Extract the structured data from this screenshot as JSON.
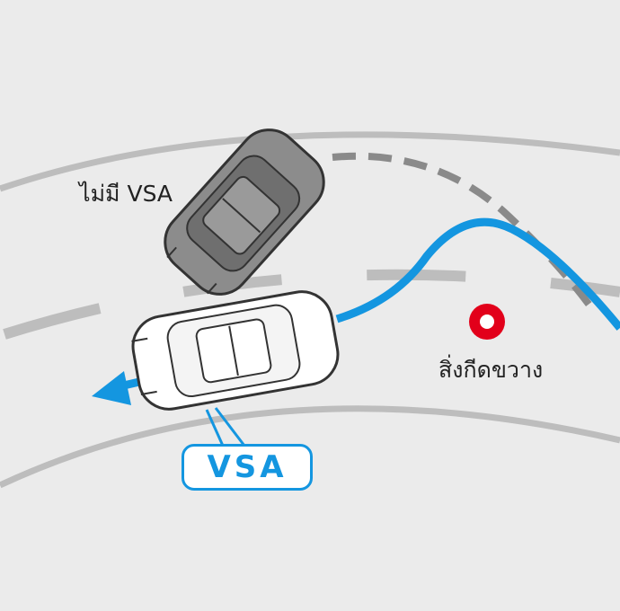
{
  "labels": {
    "without_vsa": "ไม่มี VSA",
    "obstacle": "สิ่งกีดขวาง",
    "vsa": "VSA"
  },
  "colors": {
    "background": "#ebebeb",
    "road_edge": "#bdbdbd",
    "lane_dash": "#bdbdbd",
    "vsa_path": "#1496e0",
    "no_vsa_path": "#8a8a8a",
    "obstacle": "#e2001a",
    "car_gray": "#8c8c8c",
    "car_white": "#ffffff"
  }
}
